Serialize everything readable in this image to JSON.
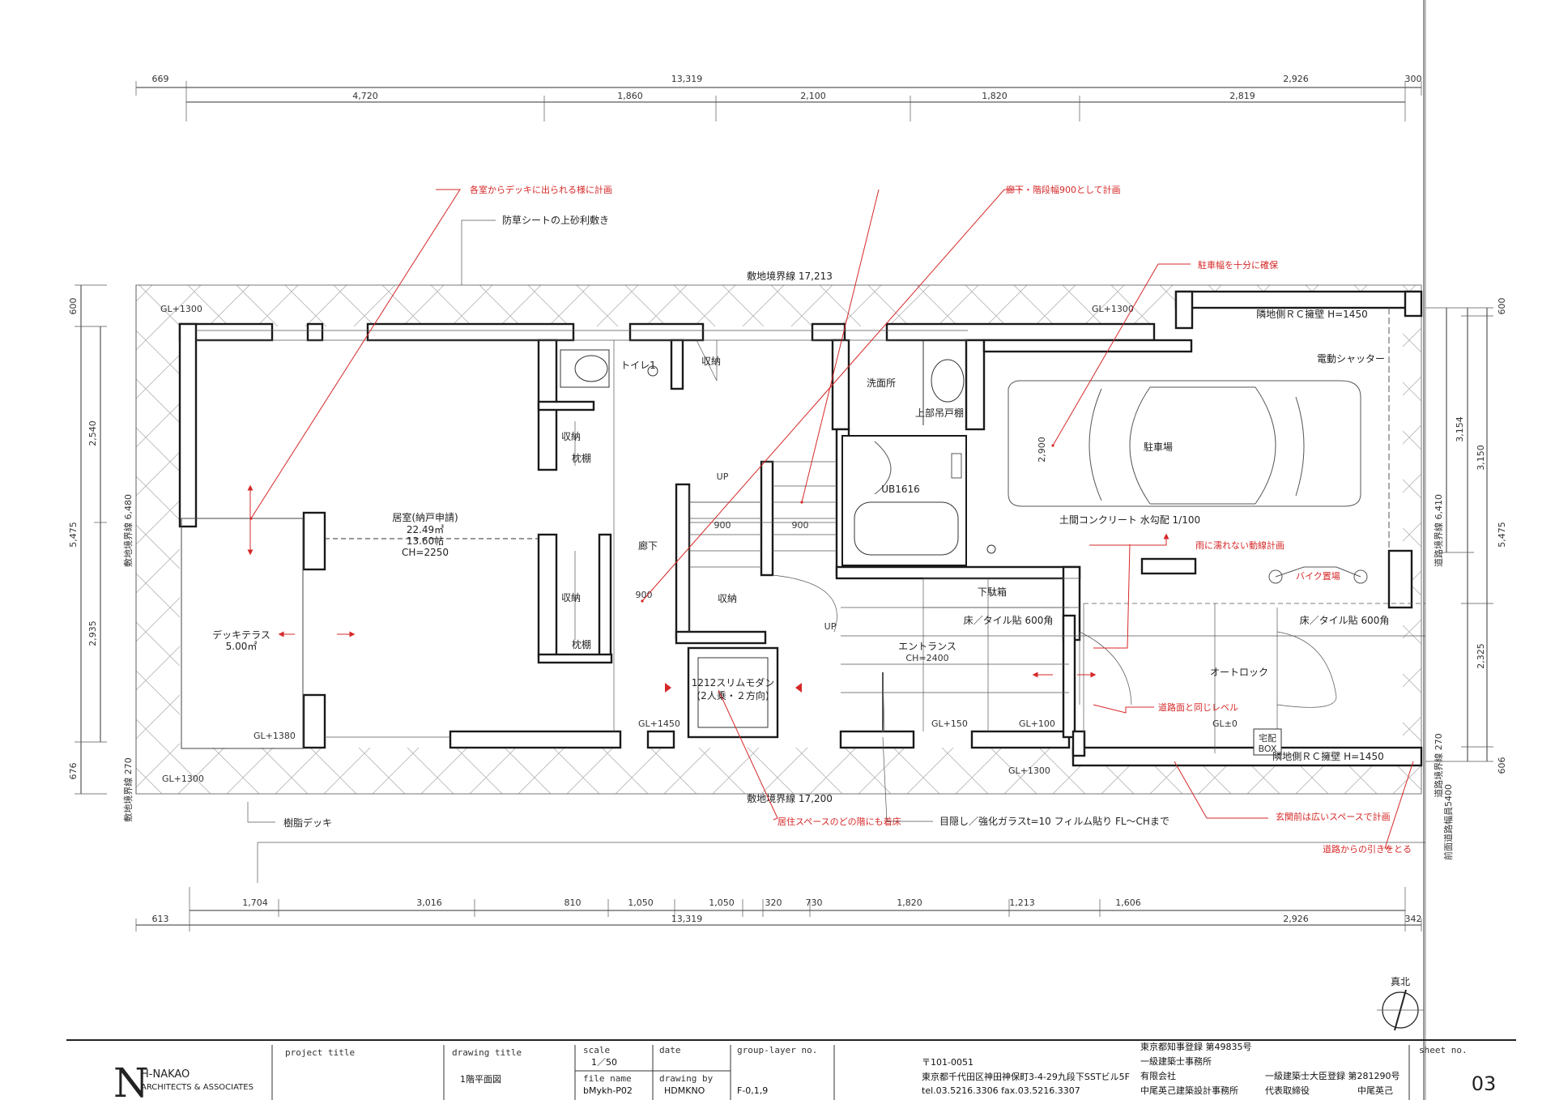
{
  "overall": {
    "top_left": "669",
    "top_mid": "13,319",
    "top_r1": "2,926",
    "top_r2": "300",
    "bot_left": "613",
    "bot_mid": "13,319",
    "bot_r1": "2,926",
    "bot_r2": "342",
    "top_segments": [
      "4,720",
      "1,860",
      "2,100",
      "1,820",
      "2,819"
    ],
    "bottom_segments": [
      "1,704",
      "3,016",
      "810",
      "1,050",
      "1,050",
      "320",
      "730",
      "1,820",
      "1,213",
      "1,606"
    ],
    "left_dims": [
      "600",
      "2,540",
      "5,475",
      "2,935",
      "676"
    ],
    "left_boundary_top": "敷地境界線 6,480",
    "left_boundary_bot": "敷地境界線 270",
    "right_dims": [
      "600",
      "3,154",
      "3,150",
      "5,475",
      "2,325",
      "606"
    ],
    "right_boundary_top": "道路境界線 6,410",
    "right_boundary_bot": "道路境界線 270",
    "road_width": "前面道路幅員5400"
  },
  "site": {
    "boundary_top": "敷地境界線 17,213",
    "boundary_bottom": "敷地境界線 17,200"
  },
  "rooms": {
    "living": [
      "居室(納戸申請)",
      "22.49㎡",
      "13.60帖",
      "CH=2250"
    ],
    "deck": [
      "デッキテラス",
      "5.00㎡"
    ],
    "toilet": "トイレ1",
    "storage_top": "収納",
    "storage_a": "収納",
    "shelf_a": "枕棚",
    "storage_b": "収納",
    "shelf_b": "枕棚",
    "storage_c": "収納",
    "washroom": "洗面所",
    "upper_cabinet": "上部吊戸棚",
    "unit_bath": "UB1616",
    "corridor": "廊下",
    "up1": "UP",
    "up2": "UP",
    "w900a": "900",
    "w900b": "900",
    "w900c": "900",
    "shoe_box": "下駄箱",
    "entrance": [
      "エントランス",
      "CH=2400"
    ],
    "floor_tile_1": "床／タイル貼 600角",
    "floor_tile_2": "床／タイル貼 600角",
    "autolock": "オートロック",
    "delivery_box": [
      "宅配",
      "BOX"
    ],
    "parking": "駐車場",
    "concrete": "土間コンクリート 水勾配 1/100",
    "shutter": "電動シャッター",
    "rc_wall_top": "隣地側ＲＣ擁壁 H=1450",
    "rc_wall_bot": "隣地側ＲＣ擁壁 H=1450",
    "elevator": [
      "1212スリムモダン",
      "(2人乗・２方向)"
    ],
    "depth_2900": "2,900"
  },
  "levels": {
    "gl_tl": "GL+1300",
    "gl_tr": "GL+1300",
    "gl_bl": "GL+1300",
    "gl_br": "GL+1300",
    "gl_deck": "GL+1380",
    "gl_1450": "GL+1450",
    "gl_150": "GL+150",
    "gl_100": "GL+100",
    "gl_0": "GL±0"
  },
  "annotations": {
    "deck_all_rooms": "各室からデッキに出られる様に計画",
    "gravel": "防草シートの上砂利敷き",
    "corridor_900": "廊下・階段幅900として計画",
    "parking_width": "駐車幅を十分に確保",
    "rain_path": "雨に濡れない動線計画",
    "bike": "バイク置場",
    "road_level": "道路面と同じレベル",
    "resin_deck": "樹脂デッキ",
    "elevator_stop": "居住スペースのどの階にも着床",
    "glass": "目隠し／強化ガラスt=10 フィルム貼り FL～CHまで",
    "entrance_space": "玄関前は広いスペースで計画",
    "setback": "道路からの引きをとる"
  },
  "north": "真北",
  "title_block": {
    "logo_mark": "N",
    "firm": "H-NAKAO",
    "firm_sub": "ARCHITECTS & ASSOCIATES",
    "project_title_label": "project title",
    "project_title": "",
    "drawing_title_label": "drawing title",
    "drawing_title": "1階平面図",
    "scale_label": "scale",
    "scale": "1／50",
    "file_name_label": "file name",
    "file_name": "bMykh-P02",
    "date_label": "date",
    "date": "",
    "drawing_by_label": "drawing by",
    "drawing_by": "HDMKNO",
    "group_layer_label": "group-layer no.",
    "group_layer": "F-0,1,9",
    "postal": "〒101-0051",
    "address": "東京都千代田区神田神保町3-4-29九段下SSTビル5F",
    "tel": "tel.03.5216.3306 fax.03.5216.3307",
    "reg1": "東京都知事登録 第49835号",
    "reg2": "一級建築士事務所",
    "company_type": "有限会社",
    "company": "中尾英己建築設計事務所",
    "reg3": "一級建築士大臣登録 第281290号",
    "rep_title": "代表取締役",
    "rep_name": "中尾英己",
    "sheet_no_label": "sheet no.",
    "sheet_no": "03"
  }
}
